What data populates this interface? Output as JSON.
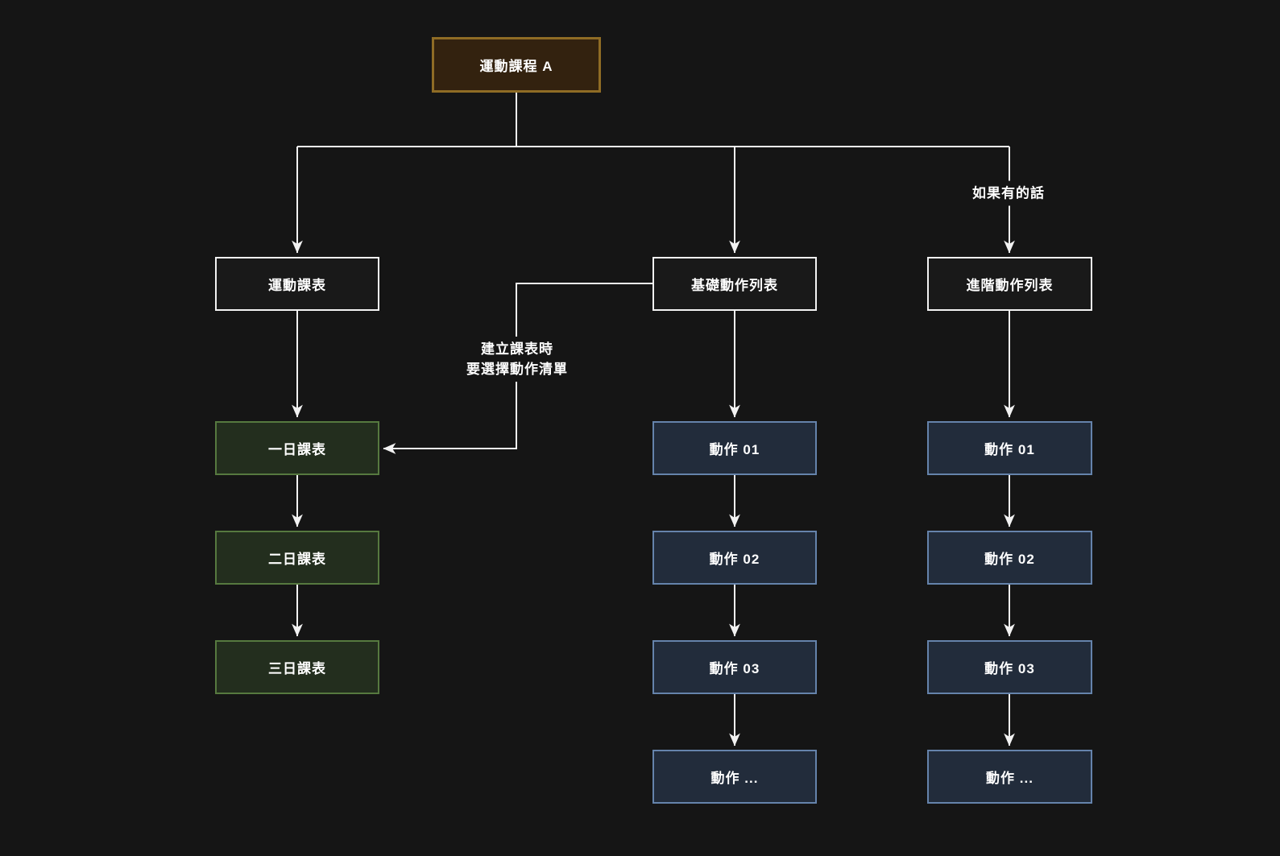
{
  "diagram": {
    "root": {
      "label": "運動課程 A"
    },
    "columns": {
      "schedule": {
        "header": "運動課表",
        "items": [
          "一日課表",
          "二日課表",
          "三日課表"
        ]
      },
      "basic": {
        "header": "基礎動作列表",
        "items": [
          "動作 01",
          "動作 02",
          "動作 03",
          "動作 ..."
        ]
      },
      "advanced": {
        "header": "進階動作列表",
        "items": [
          "動作 01",
          "動作 02",
          "動作 03",
          "動作 ..."
        ]
      }
    },
    "edge_labels": {
      "conditional": "如果有的話",
      "select_note": [
        "建立課表時",
        "要選擇動作清單"
      ]
    },
    "colors": {
      "background": "#151515",
      "connector": "#f2f2f2",
      "root_fill": "#33220f",
      "root_border": "#8f6c25",
      "header_fill": "#191919",
      "header_border": "#f2f2f2",
      "schedule_fill": "#232e1e",
      "schedule_border": "#56793f",
      "move_fill": "#222c3b",
      "move_border": "#6583ab",
      "text": "#ffffff"
    }
  }
}
